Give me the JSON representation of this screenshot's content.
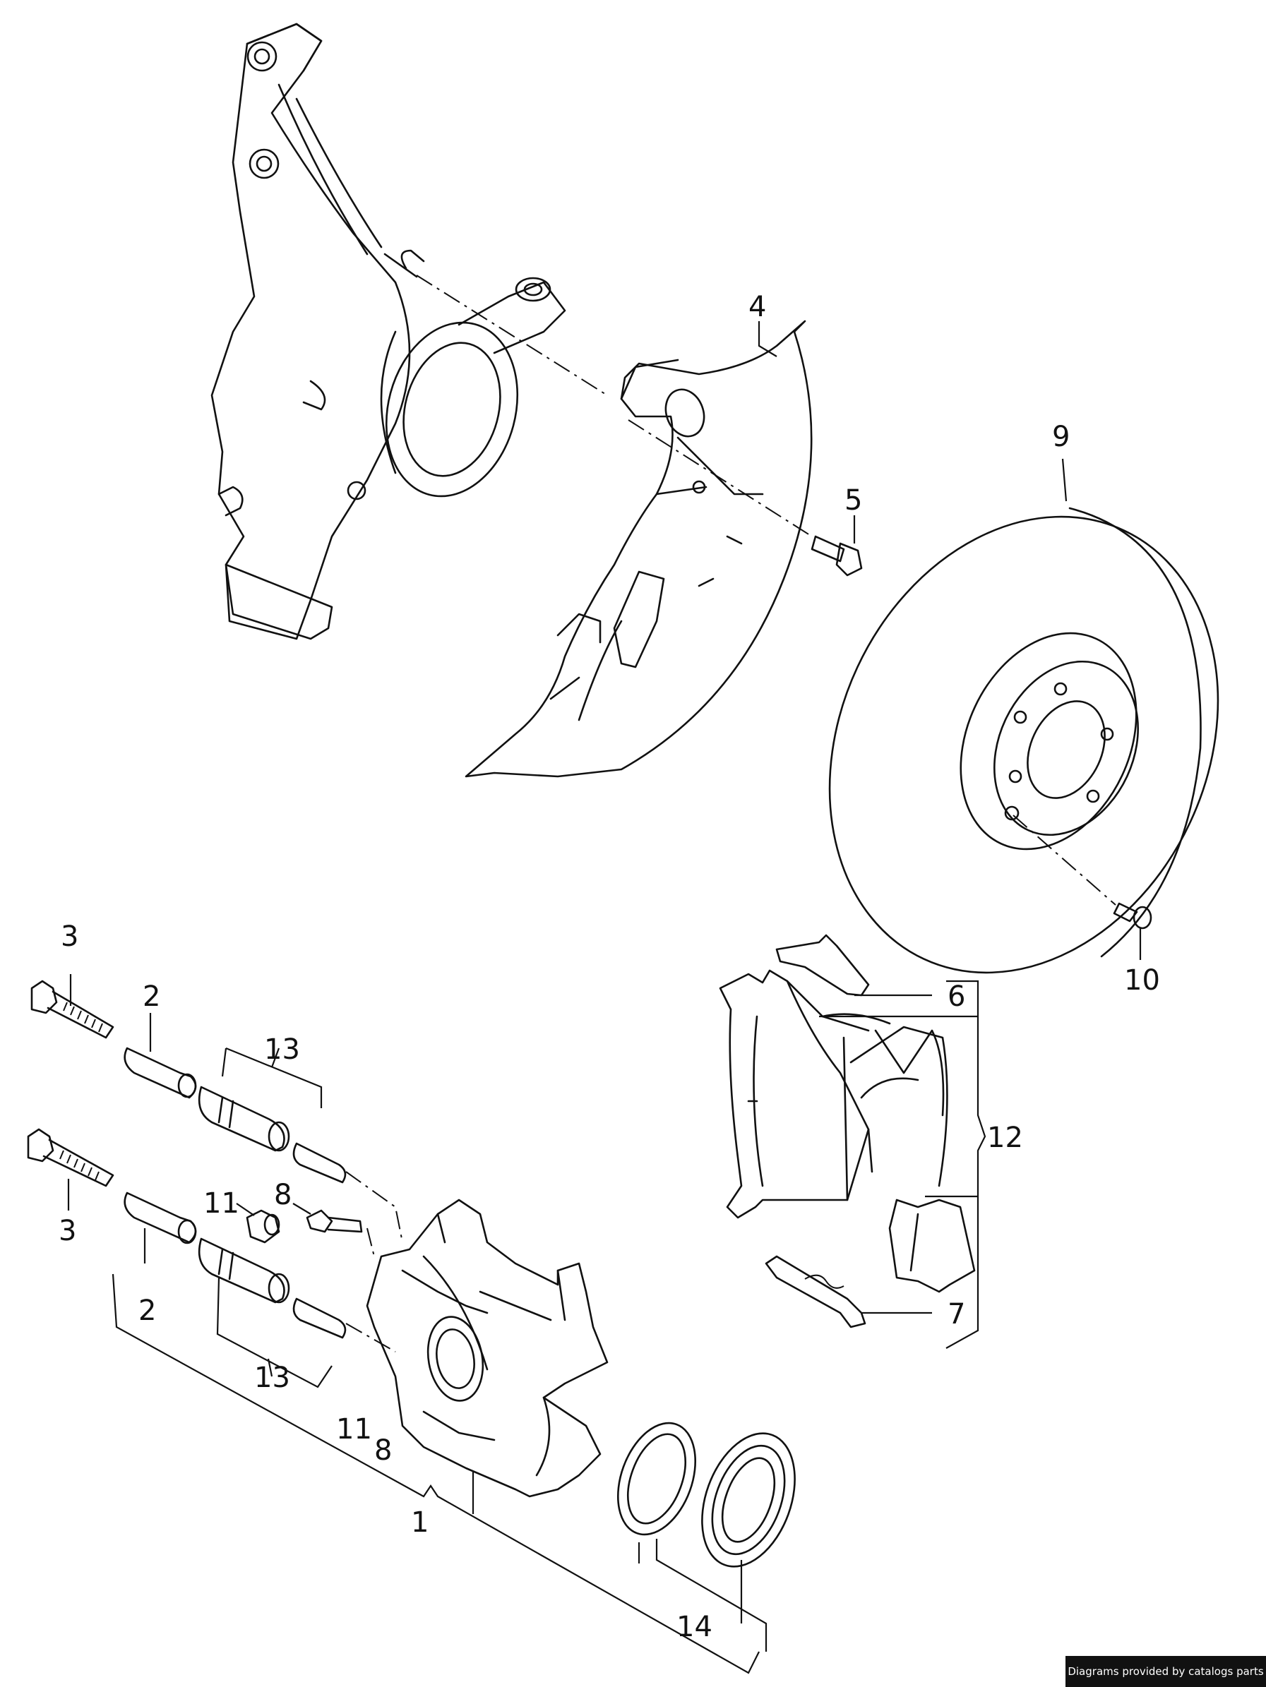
{
  "labels": {
    "p1": "1",
    "p2a": "2",
    "p2b": "2",
    "p3a": "3",
    "p3b": "3",
    "p4": "4",
    "p5": "5",
    "p6": "6",
    "p7": "7",
    "p8a": "8",
    "p8b": "8",
    "p9": "9",
    "p10": "10",
    "p11a": "11",
    "p11b": "11",
    "p12": "12",
    "p13a": "13",
    "p13b": "13",
    "p14": "14"
  },
  "footer": {
    "credit": "Diagrams provided by catalogs parts"
  }
}
